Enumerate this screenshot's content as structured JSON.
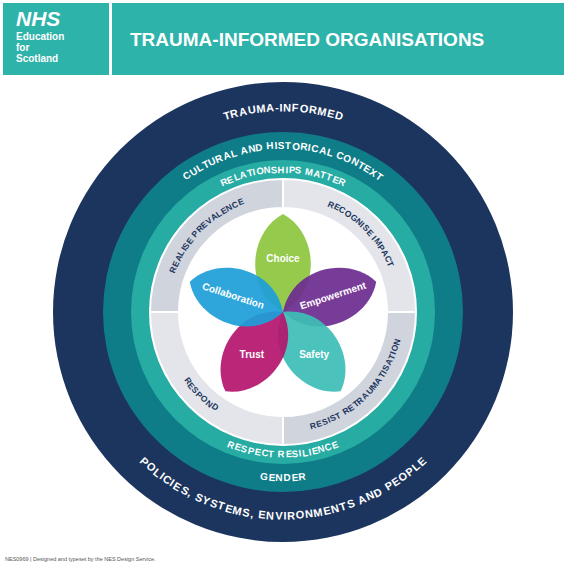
{
  "diagram": {
    "title": "TRAUMA-INFORMED ORGANISATIONS",
    "nodes": [
      {
        "text": [
          "TRAUMA-INFORMED",
          "POLICIES, SYSTEMS, ENVIRONMENTS AND PEOPLE"
        ]
      },
      {
        "text": [
          "CULTURAL AND HISTORICAL CONTEXT",
          "GENDER"
        ],
        "in": 0
      },
      {
        "text": [
          "RELATIONSHIPS MATTER",
          "RESPECT RESILIENCE"
        ],
        "in": 1
      },
      {
        "text": [
          "REALISE PREVALENCE"
        ],
        "in": 2
      },
      {
        "text": [
          "RECOGNISE IMPACT"
        ],
        "in": 2
      },
      {
        "text": [
          "RESIST RETRAUMATISATION"
        ],
        "in": 2
      },
      {
        "text": [
          "RESPOND"
        ],
        "in": 2
      },
      {
        "text": [
          "Choice"
        ],
        "in": 2
      },
      {
        "text": [
          "Empowerment"
        ],
        "in": 2
      },
      {
        "text": [
          "Safety"
        ],
        "in": 2
      },
      {
        "text": [
          "Trust"
        ],
        "in": 2
      },
      {
        "text": [
          "Collaboration"
        ],
        "in": 2
      }
    ],
    "labels": [
      "NHS",
      "Education for Scotland",
      "NES0969 | Designed and typeset by the NES Design Service."
    ]
  }
}
